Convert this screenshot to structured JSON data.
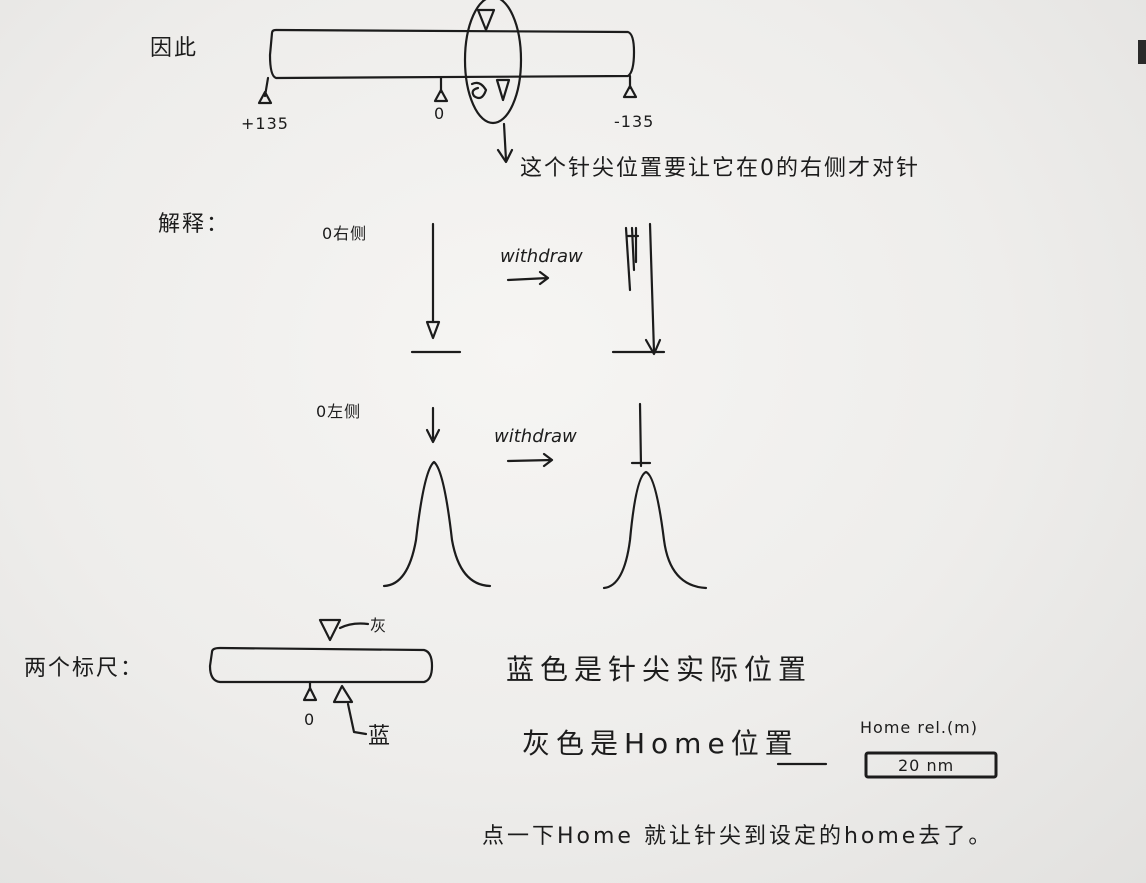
{
  "notes": {
    "therefore": "因此",
    "plus_135": "+135",
    "zero_top": "0",
    "minus_135": "-135",
    "tip_note": "这个针尖位置要让它在0的右侧才对针",
    "explain": "解释：",
    "zero_right": "0右侧",
    "withdraw_1": "withdraw",
    "zero_left": "0左侧",
    "withdraw_2": "withdraw",
    "two_markers": "两个标尺：",
    "gray_short": "灰",
    "zero_bottom": "0",
    "blue_short": "蓝",
    "blue_desc": "蓝色是针尖实际位置",
    "gray_desc": "灰色是Home位置",
    "home_rel_label": "Home rel.(m)",
    "home_rel_value": "20 nm",
    "click_home": "点一下Home 就让针尖到设定的home去了。"
  }
}
